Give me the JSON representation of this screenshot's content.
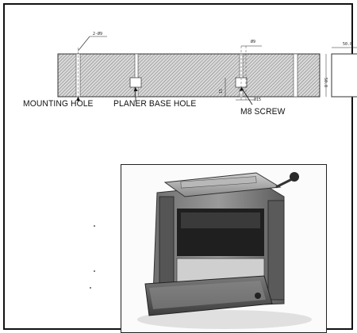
{
  "drawing": {
    "dims": {
      "mounting_hole": "2-Ø9",
      "hole_dia": "Ø9",
      "screw_dia": "Ø15",
      "depth": "15",
      "height": "50.8",
      "side_width": "50.8"
    },
    "labels": {
      "mounting_hole": "MOUNTING HOLE",
      "planer_base_hole": "PLANER BASE HOLE",
      "m8_screw": "M8 SCREW"
    }
  },
  "photo": {
    "subject": "thickness-planer-photo"
  }
}
